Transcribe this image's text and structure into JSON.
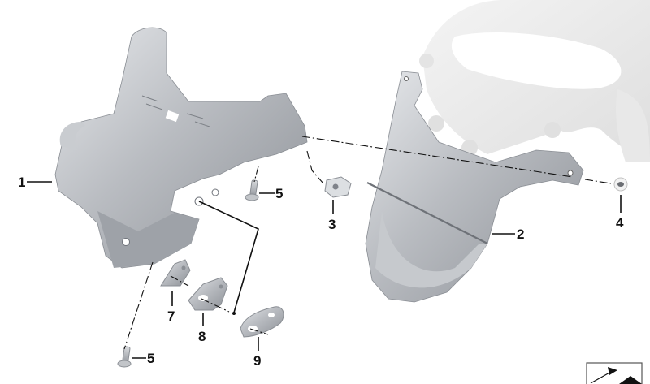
{
  "diagram": {
    "title": "Exploded parts view - headlight carrier bracket assembly",
    "callouts": [
      {
        "id": "1",
        "label": "1",
        "part": "carrier-bracket"
      },
      {
        "id": "2",
        "label": "2",
        "part": "holder-panel"
      },
      {
        "id": "3",
        "label": "3",
        "part": "clip-nut"
      },
      {
        "id": "4",
        "label": "4",
        "part": "rubber-grommet"
      },
      {
        "id": "5a",
        "label": "5",
        "part": "screw-upper"
      },
      {
        "id": "5b",
        "label": "5",
        "part": "screw-lower"
      },
      {
        "id": "7",
        "label": "7",
        "part": "angle-bracket"
      },
      {
        "id": "8",
        "label": "8",
        "part": "spacer-plate"
      },
      {
        "id": "9",
        "label": "9",
        "part": "washer-plate"
      }
    ],
    "nav_icon": "arrow-navigate-icon",
    "colors": {
      "part_fill": "#b9bcc1",
      "part_shade": "#8f9399",
      "part_light": "#e3e5e8",
      "ghost_part": "#ececec",
      "line": "#111111"
    }
  }
}
